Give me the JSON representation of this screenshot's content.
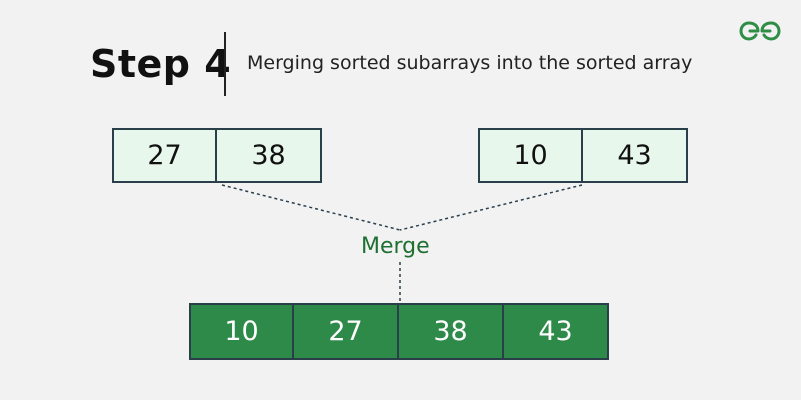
{
  "header": {
    "title": "Step 4",
    "description": "Merging sorted subarrays into the sorted array"
  },
  "logo": {
    "icon": "geeksforgeeks-logo-icon",
    "color": "#2f8d46"
  },
  "left_subarray": [
    "27",
    "38"
  ],
  "right_subarray": [
    "10",
    "43"
  ],
  "merge_label": "Merge",
  "merged_array": [
    "10",
    "27",
    "38",
    "43"
  ],
  "colors": {
    "light_cell": "#e8f7ec",
    "dark_cell": "#2e8a49",
    "accent_text": "#1f6f33",
    "border": "#2b3f4a"
  }
}
